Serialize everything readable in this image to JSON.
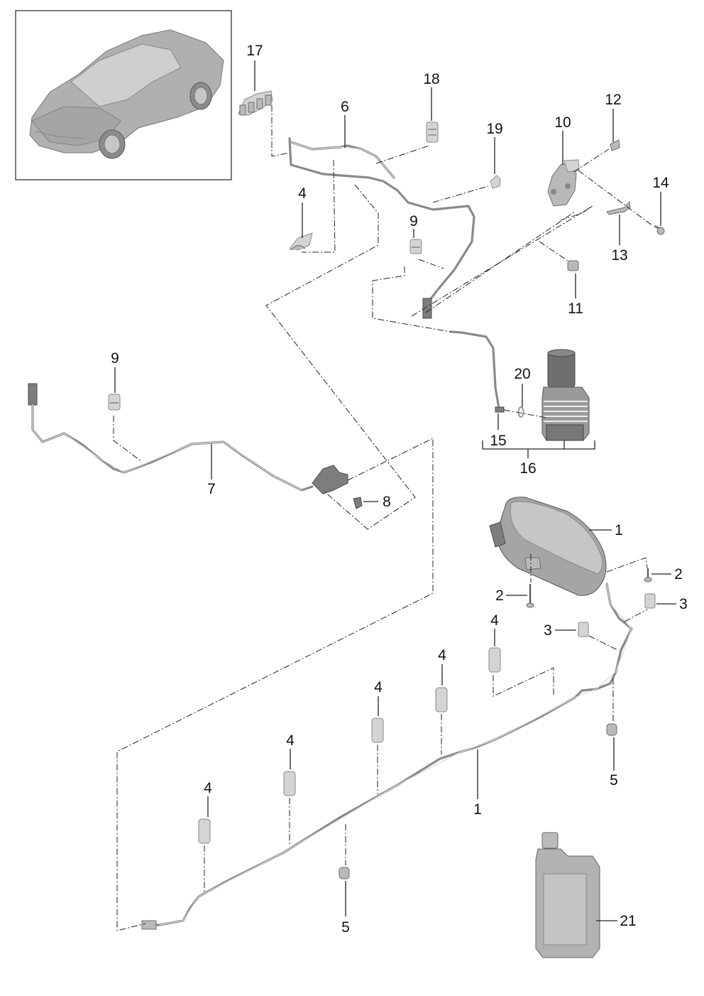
{
  "diagram": {
    "title": "Parts exploded view",
    "overview_image": "vehicle-overview-thumbnail",
    "callouts": [
      {
        "id": "c17",
        "label": "17"
      },
      {
        "id": "c6",
        "label": "6"
      },
      {
        "id": "c18",
        "label": "18"
      },
      {
        "id": "c19",
        "label": "19"
      },
      {
        "id": "c10",
        "label": "10"
      },
      {
        "id": "c12",
        "label": "12"
      },
      {
        "id": "c14",
        "label": "14"
      },
      {
        "id": "c13",
        "label": "13"
      },
      {
        "id": "c11",
        "label": "11"
      },
      {
        "id": "c4a",
        "label": "4"
      },
      {
        "id": "c9a",
        "label": "9"
      },
      {
        "id": "c9b",
        "label": "9"
      },
      {
        "id": "c7",
        "label": "7"
      },
      {
        "id": "c8",
        "label": "8"
      },
      {
        "id": "c20",
        "label": "20"
      },
      {
        "id": "c15",
        "label": "15"
      },
      {
        "id": "c16",
        "label": "16"
      },
      {
        "id": "c1a",
        "label": "1"
      },
      {
        "id": "c2a",
        "label": "2"
      },
      {
        "id": "c2b",
        "label": "2"
      },
      {
        "id": "c3a",
        "label": "3"
      },
      {
        "id": "c3b",
        "label": "3"
      },
      {
        "id": "c4b",
        "label": "4"
      },
      {
        "id": "c4c",
        "label": "4"
      },
      {
        "id": "c4d",
        "label": "4"
      },
      {
        "id": "c4e",
        "label": "4"
      },
      {
        "id": "c4f",
        "label": "4"
      },
      {
        "id": "c5a",
        "label": "5"
      },
      {
        "id": "c1b",
        "label": "1"
      },
      {
        "id": "c5b",
        "label": "5"
      },
      {
        "id": "c21",
        "label": "21"
      }
    ]
  }
}
